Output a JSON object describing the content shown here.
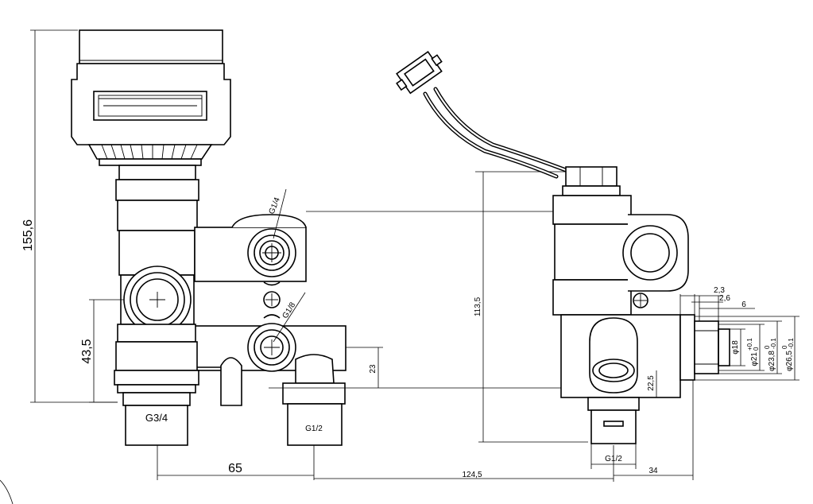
{
  "dimensions": {
    "overall_height": "155,6",
    "lower_height": "43,5",
    "side_height": "113,5",
    "outlet_offset": "23",
    "sensor_offset": "22,5",
    "spacing_left": "65",
    "spacing_mid": "124,5",
    "spacing_right": "34",
    "flange_a": "2,3",
    "flange_b": "2,6",
    "flange_c": "6",
    "dia_inner": "φ18",
    "dia_1": "φ21",
    "dia_1_tol_upper": "+0.1",
    "dia_1_tol_lower": "0",
    "dia_2": "φ23,8",
    "dia_2_tol_upper": "0",
    "dia_2_tol_lower": "-0.1",
    "dia_3": "φ26,5",
    "dia_3_tol_upper": "0",
    "dia_3_tol_lower": "-0.1"
  },
  "threads": {
    "main_inlet": "G3/4",
    "side_outlet": "G1/2",
    "bottom_outlet": "G1/2",
    "port_upper": "G1/4",
    "port_lower": "G1/8"
  }
}
